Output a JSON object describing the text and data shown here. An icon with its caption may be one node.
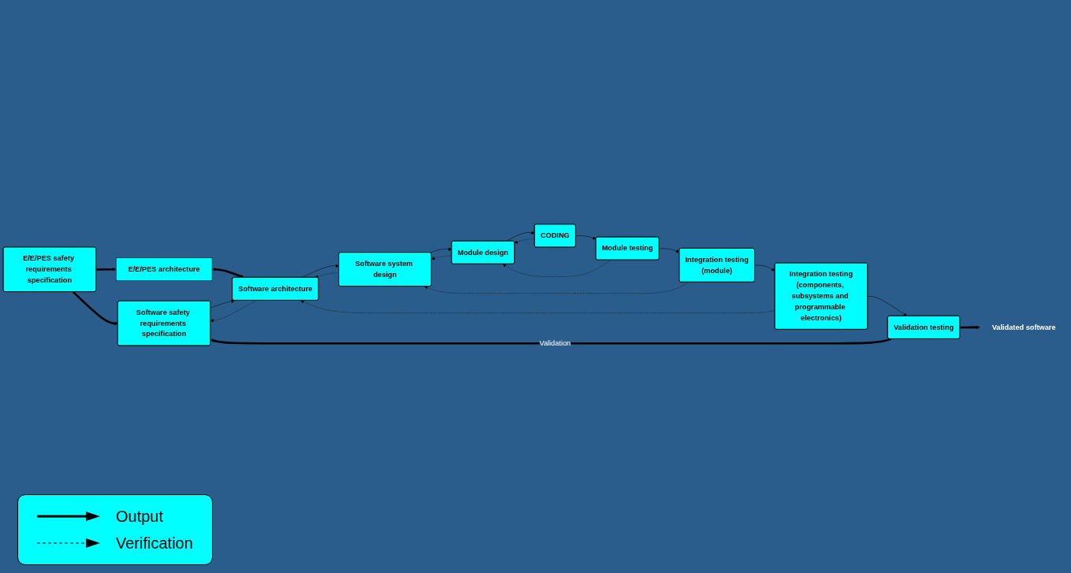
{
  "diagram": {
    "nodes": [
      {
        "text": [
          "E/E/PES safety requirements specification"
        ]
      },
      {
        "text": [
          "Software safety requirements specification"
        ]
      },
      {
        "text": [
          "Validation testing"
        ]
      },
      {
        "text": [
          "Validated software"
        ]
      },
      {
        "text": [
          "E/E/PES architecture"
        ]
      },
      {
        "text": [
          "Software architecture"
        ]
      },
      {
        "text": [
          "Integration testing",
          "(components, subsystems and programmable electronics)"
        ]
      },
      {
        "text": [
          "Software system design"
        ]
      },
      {
        "text": [
          "Integration testing",
          "(module)"
        ]
      },
      {
        "text": [
          "Module design"
        ]
      },
      {
        "text": [
          "Module testing"
        ]
      },
      {
        "text": [
          "CODING"
        ]
      }
    ],
    "edges": [
      {
        "from": 0,
        "to": 1,
        "arrow": "to",
        "style": "thick"
      },
      {
        "from": 0,
        "to": 4,
        "arrow": "to",
        "style": "thick"
      },
      {
        "from": 2,
        "to": 1,
        "arrow": "to",
        "style": "thick",
        "label": "Validation"
      },
      {
        "from": 2,
        "to": 3,
        "arrow": "to",
        "style": "thick"
      },
      {
        "from": 4,
        "to": 5,
        "arrow": "both",
        "style": "thick"
      },
      {
        "from": 1,
        "to": 5,
        "arrow": "to"
      },
      {
        "from": 5,
        "to": 1,
        "arrow": "to",
        "style": "dashed"
      },
      {
        "from": 6,
        "to": 5,
        "arrow": "to",
        "style": "dashed"
      },
      {
        "from": 6,
        "to": 2,
        "arrow": "to"
      },
      {
        "from": 5,
        "to": 7,
        "arrow": "to"
      },
      {
        "from": 7,
        "to": 5,
        "arrow": "to",
        "style": "dashed"
      },
      {
        "from": 8,
        "to": 7,
        "arrow": "to",
        "style": "dashed"
      },
      {
        "from": 8,
        "to": 6,
        "arrow": "to"
      },
      {
        "from": 7,
        "to": 9,
        "arrow": "to"
      },
      {
        "from": 9,
        "to": 7,
        "arrow": "to",
        "style": "dashed"
      },
      {
        "from": 10,
        "to": 9,
        "arrow": "to",
        "style": "dashed"
      },
      {
        "from": 10,
        "to": 8,
        "arrow": "to"
      },
      {
        "from": 9,
        "to": 11,
        "arrow": "to"
      },
      {
        "from": 11,
        "to": 9,
        "arrow": "to",
        "style": "dashed"
      },
      {
        "from": 11,
        "to": 10,
        "arrow": "to"
      }
    ],
    "legend": [
      {
        "text": "Output"
      },
      {
        "text": "Verification"
      }
    ]
  }
}
